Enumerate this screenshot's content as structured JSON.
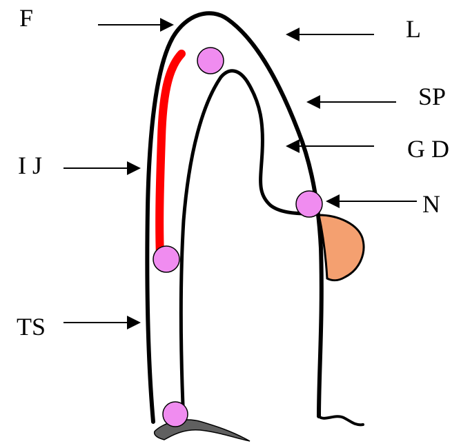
{
  "labels": {
    "f": "F",
    "l": "L",
    "sp": "SP",
    "gd": "G D",
    "ij": "I J",
    "n": "N",
    "ts": "TS"
  },
  "colors": {
    "outline": "#000000",
    "red_segment": "#ff0000",
    "joint_marker": "#ee82ee",
    "joint_fill": "#f08cf0",
    "bulge": "#f4a070",
    "foot": "#606060"
  }
}
